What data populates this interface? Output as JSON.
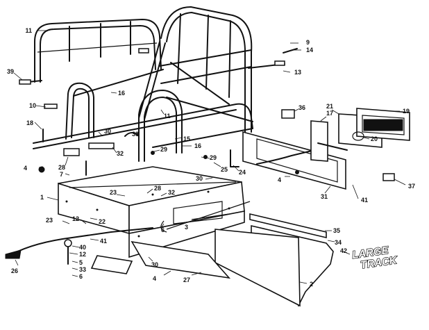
{
  "diagram": {
    "type": "exploded-parts-diagram",
    "callouts": [
      "11",
      "9",
      "14",
      "39",
      "13",
      "16",
      "11",
      "10",
      "18",
      "30",
      "38",
      "15",
      "29",
      "36",
      "21",
      "17",
      "19",
      "20",
      "4",
      "28",
      "7",
      "32",
      "29",
      "24",
      "25",
      "16",
      "1",
      "23",
      "28",
      "32",
      "30",
      "4",
      "31",
      "41",
      "37",
      "23",
      "12",
      "22",
      "6",
      "3",
      "35",
      "34",
      "40",
      "12",
      "41",
      "26",
      "5",
      "33",
      "6",
      "30",
      "4",
      "27",
      "2",
      "42"
    ],
    "logo_text": [
      "LARGE",
      "TRACK"
    ]
  }
}
